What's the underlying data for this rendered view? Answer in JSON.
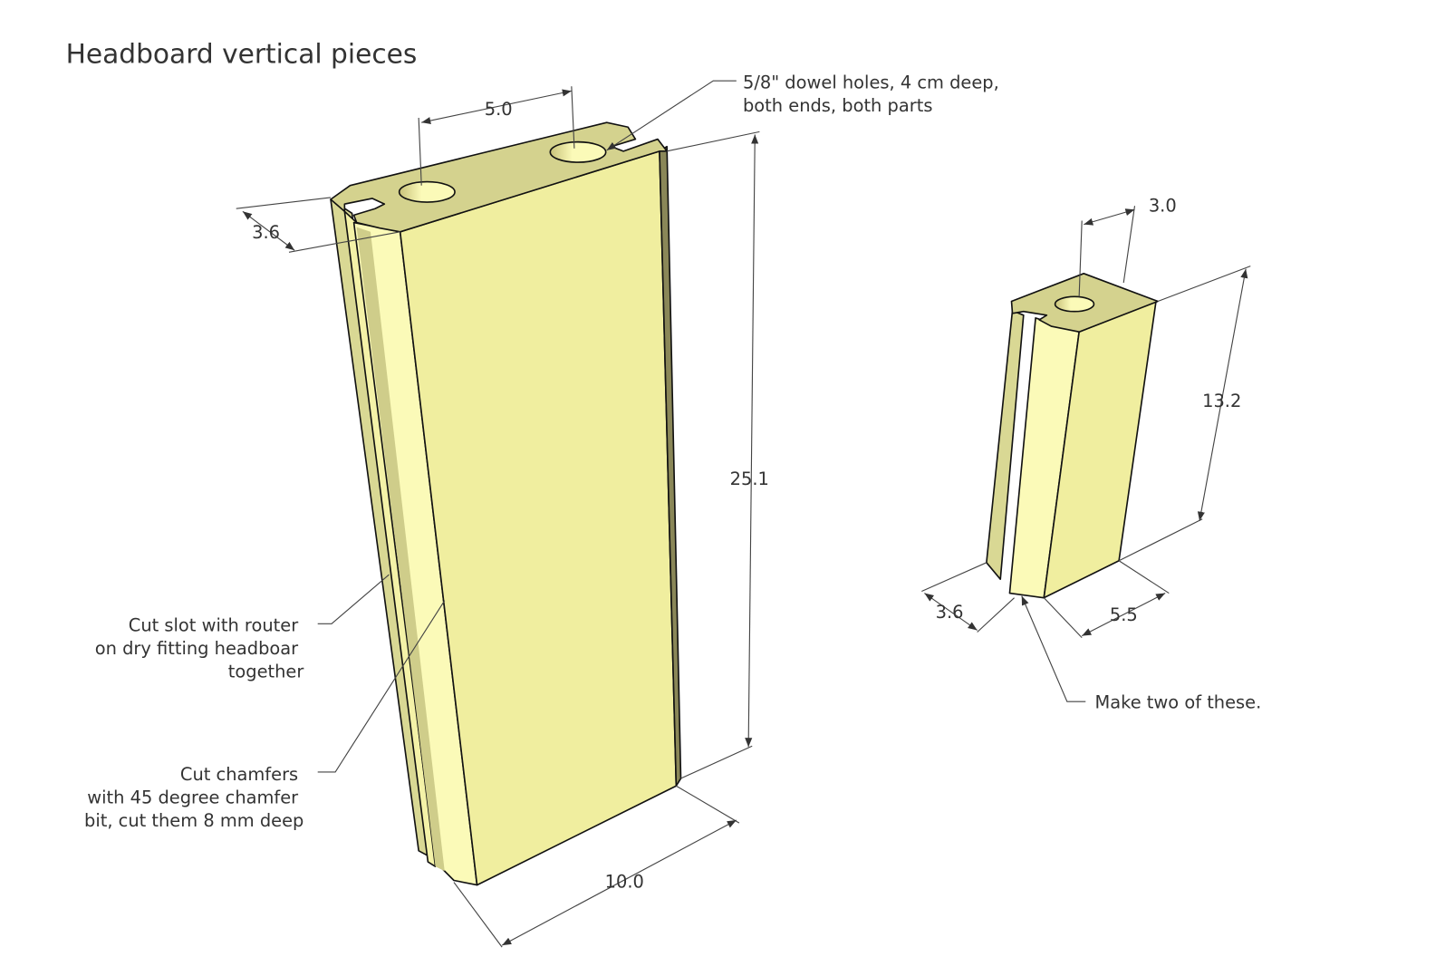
{
  "title": "Headboard vertical pieces",
  "large_piece": {
    "dims": {
      "width": "10.0",
      "height": "25.1",
      "hole_spacing": "5.0",
      "depth": "3.6"
    }
  },
  "small_piece": {
    "dims": {
      "width": "5.5",
      "height": "13.2",
      "hole_offset": "3.0",
      "depth": "3.6"
    }
  },
  "notes": {
    "dowel": [
      "5/8\" dowel holes, 4 cm deep,",
      "both ends, both parts"
    ],
    "slot": [
      "Cut slot with router",
      "on dry fitting headboar",
      "together"
    ],
    "chamfer": [
      "Cut chamfers",
      "with 45 degree chamfer",
      "bit, cut them 8 mm deep"
    ],
    "make_two": "Make two of these."
  },
  "colors": {
    "top": "#d4d28e",
    "front": "#f0ee9f",
    "side": "#8a8758",
    "light": "#fbfab8"
  }
}
